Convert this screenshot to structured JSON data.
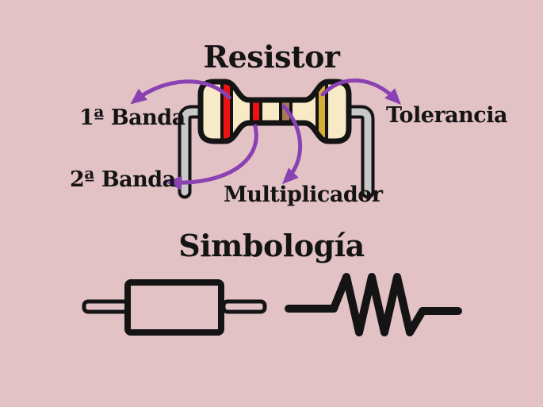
{
  "background_color": "#e3c2c6",
  "ink_color": "#141414",
  "resistor_diagram": {
    "title": "Resistor",
    "labels": {
      "band1": "1ª Banda",
      "band2": "2ª Banda",
      "multiplier": "Multiplicador",
      "tolerance": "Tolerancia"
    },
    "band_colors": {
      "band1": "#f01212",
      "band2": "#f01212",
      "multiplier": "#a57a57",
      "tolerance": "#d6ae36"
    },
    "body_color": "#f8eac6",
    "lead_color": "#c8c8c8",
    "outline_color": "#141414",
    "arrow_color": "#8a42b3"
  },
  "symbols_section": {
    "title": "Simbología",
    "symbols": [
      {
        "name": "iec-rectangle-resistor-symbol"
      },
      {
        "name": "ansi-zigzag-resistor-symbol"
      }
    ]
  }
}
